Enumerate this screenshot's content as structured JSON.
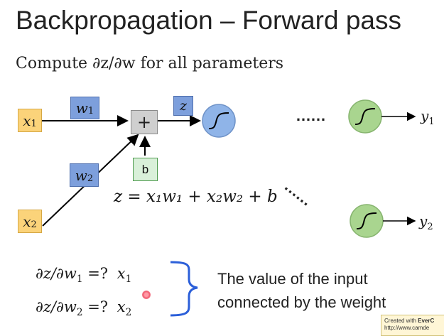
{
  "title": "Backpropagation – Forward pass",
  "subtitle": "Compute ∂z/∂w for all parameters",
  "diagram": {
    "x1": "x",
    "x1_sub": "1",
    "x2": "x",
    "x2_sub": "2",
    "w1": "w",
    "w1_sub": "1",
    "w2": "w",
    "w2_sub": "2",
    "z": "z",
    "plus": "+",
    "b": "b",
    "dots": "……",
    "y1": "y",
    "y1_sub": "1",
    "y2": "y",
    "y2_sub": "2",
    "equation": "z = x₁w₁ + x₂w₂ + b"
  },
  "derivatives": [
    {
      "lhs": "∂z/∂w",
      "lhs_sub": "1",
      "mid": " =? ",
      "rhs": "x",
      "rhs_sub": "1"
    },
    {
      "lhs": "∂z/∂w",
      "lhs_sub": "2",
      "mid": " =? ",
      "rhs": "x",
      "rhs_sub": "2"
    }
  ],
  "explanation": [
    "The value of the input",
    "connected by the weight"
  ],
  "watermark": {
    "line1_prefix": "Created with ",
    "line1_brand": "EverC",
    "line2": "http://www.camde"
  },
  "colors": {
    "input": "#fbd37a",
    "weight": "#7d9fdc",
    "bias": "#d9f0d9",
    "neuron_blue": "#8fb4e8",
    "neuron_green": "#a9d58f",
    "brace": "#2b5fd9"
  }
}
